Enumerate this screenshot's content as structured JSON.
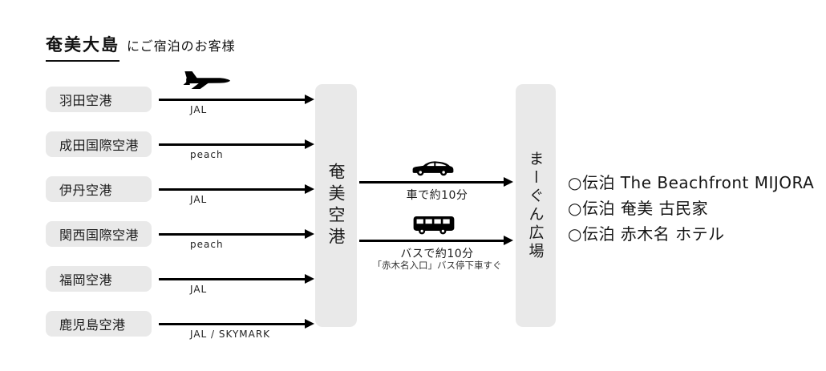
{
  "title": {
    "place": "奄美大島",
    "suffix": "にご宿泊のお客様"
  },
  "origin_airports": [
    {
      "name": "羽田空港",
      "carrier": "JAL"
    },
    {
      "name": "成田国際空港",
      "carrier": "peach"
    },
    {
      "name": "伊丹空港",
      "carrier": "JAL"
    },
    {
      "name": "関西国際空港",
      "carrier": "peach"
    },
    {
      "name": "福岡空港",
      "carrier": "JAL"
    },
    {
      "name": "鹿児島空港",
      "carrier": "JAL / SKYMARK"
    }
  ],
  "hub_airport": "奄美空港",
  "transfers": {
    "car": {
      "label": "車で約10分"
    },
    "bus": {
      "label": "バスで約10分",
      "note": "「赤木名入口」バス停下車すぐ"
    }
  },
  "destination": "まーぐん広場",
  "hotels": [
    "○伝泊 The Beachfront MIJORA",
    "○伝泊 奄美 古民家",
    "○伝泊 赤木名 ホテル"
  ],
  "icons": {
    "plane": "plane-icon",
    "car": "car-icon",
    "bus": "bus-icon"
  },
  "colors": {
    "box_bg": "#e9e9e9",
    "ink": "#111111",
    "background": "#ffffff"
  }
}
